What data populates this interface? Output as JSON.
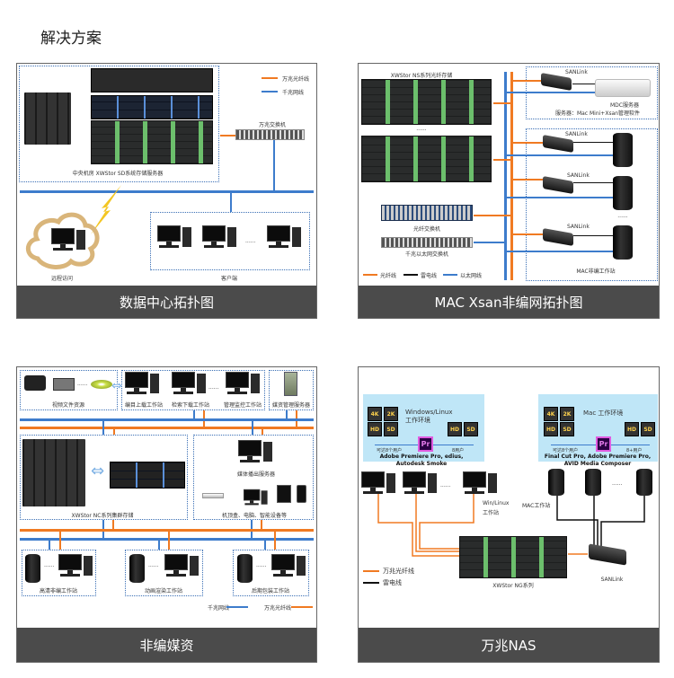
{
  "page_title": "解决方案",
  "colors": {
    "fiber": "#f07a22",
    "ethernet": "#3d7ccc",
    "thunderbolt": "#111111",
    "caption_bg": "#4b4b4b"
  },
  "panels": [
    {
      "caption": "数据中心拓扑图",
      "legend": [
        "万兆光纤线",
        "千兆网线"
      ],
      "server_label": "中央机房 XWStor SD系统存储服务器",
      "switch_label": "万兆交换机",
      "remote_label": "远程访问",
      "clients_label": "客户端",
      "ellipsis": "......"
    },
    {
      "caption": "MAC Xsan非编网拓扑图",
      "storage_label": "XWStor NS系列光纤存储",
      "ellipsis": "......",
      "sanlink": "SANLink",
      "mdc_label": "MDC服务器",
      "mdc_desc": "服务器：Mac Mini+Xsan管理软件",
      "fc_switch": "光纤交换机",
      "eth_switch": "千兆以太网交换机",
      "workstations_label": "MAC非编工作站",
      "legend": [
        "光纤线",
        "雷电线",
        "以太网线"
      ]
    },
    {
      "caption": "非编媒资",
      "video_source": "视频文件资源",
      "ws_top": [
        "编目上载工作站",
        "检索下载工作站",
        "管理监控工作站"
      ],
      "asset_server": "媒资管理服务器",
      "storage_label": "XWStor NC系列集群存储",
      "playout": "媒体播出服务器",
      "devices": "机顶盒、电脑、智能设备等",
      "ws_bottom": [
        "高清非编工作站",
        "动画渲染工作站",
        "后期包装工作站"
      ],
      "legend": [
        "千兆网线",
        "万兆光纤线"
      ],
      "ellipsis": "......"
    },
    {
      "caption": "万兆NAS",
      "win_env": {
        "title": "Windows/Linux 工作环境",
        "left_users": "可达8个用户",
        "right_users": "8用户",
        "software": "Adobe Premiere Pro, edius,",
        "software2": "Autodesk Smoke"
      },
      "mac_env": {
        "title": "Mac 工作环境",
        "left_users": "可达8个用户",
        "right_users": "8+用户",
        "software": "Final Cut Pro, Adobe Premiere Pro,",
        "software2": "AVID Media Composer"
      },
      "tiles": [
        "4K",
        "2K",
        "HD",
        "SD"
      ],
      "pr": "Pr",
      "win_ws": "Win/Linux",
      "win_ws2": "工作站",
      "mac_ws": "MAC工作站",
      "server_label": "XWStor NG系列",
      "sanlink": "SANLink",
      "legend": [
        "万兆光纤线",
        "雷电线"
      ],
      "ellipsis": "......"
    }
  ]
}
